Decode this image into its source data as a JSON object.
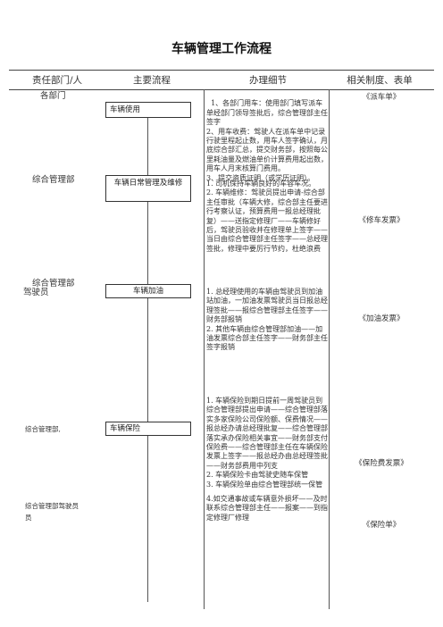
{
  "title": "车辆管理工作流程",
  "headers": {
    "dept": "责任部门/人",
    "flow": "主要流程",
    "detail": "办理细节",
    "docs": "相关制度、表单"
  },
  "depts": {
    "d1": "各部门",
    "d2": "综合管理部",
    "d3": "综合管理部",
    "d4": "驾驶员",
    "d5": "综合管理部,",
    "d6a": "综合管理部驾驶员",
    "d6b": "员"
  },
  "flow": {
    "b1": "车辆使用",
    "b2": "车辆日常管理及维修",
    "b3": "车辆加油",
    "b4": "车辆保险"
  },
  "details": {
    "s1": "1、各部门用车：使用部门填写派车单经部门领导签批后，综合管理部主任签字\n2、用车收费：驾驶人在派车单中记录行驶里程起止数，用车人签字确认，月底综合部汇总，提交财务部，按照每公里耗油量及燃油单价计算费用起出数，用车人月末核算门费用。\n3、提交资质证明（或学历证明）。",
    "s2a": "1.  司机保持车辆良好的车容车况。",
    "s2b": "2.  车辆维修：驾驶员提出申请-综合部主任审批（车辆大修，综合部主任要进行考察认证，预算费用一报总经理批复）——送指定修理厂——车辆修好后，驾驶员验收并在修理单上签字——当日由综合管理部主任签字——总经理签批，修理中要厉行节约，杜绝浪费",
    "s3a": "1.  总经理使用的车辆由驾驶员到加油站加油，一加油发票驾驶员当日报总经理签批——报综合管理部主任签字——财务部报销",
    "s3b": "2.  其他车辆由综合管理部加油——加油发票综合部主任签字——财务部主任签字报销",
    "s4a": "1.  车辆保险到期日提前一周驾驶员到综合管理部提出申请——综合管理部落实多家保险公司保险额、保费情况——报总经办请总经理批复——综合管理部落实承办保险相关事宜——财务部支付保险费——综合管理部主任在车辆保险发票上签字——报总经办由总经理签批——财务部费用中列支",
    "s4b": "2.  车辆保险卡由驾驶史随车保管",
    "s4c": "3.  车辆保险单由综合管理部统一保管",
    "s4d": "4.如交通事故或车辆意外损坏——及时联系综合管理部主任——报案——到指定修理厂修理"
  },
  "docs": {
    "f1": "《派车单》",
    "f2": "《修车发票》",
    "f3": "《加油发票》",
    "f4": "《保险费发票》",
    "f5": "《保险单》"
  }
}
